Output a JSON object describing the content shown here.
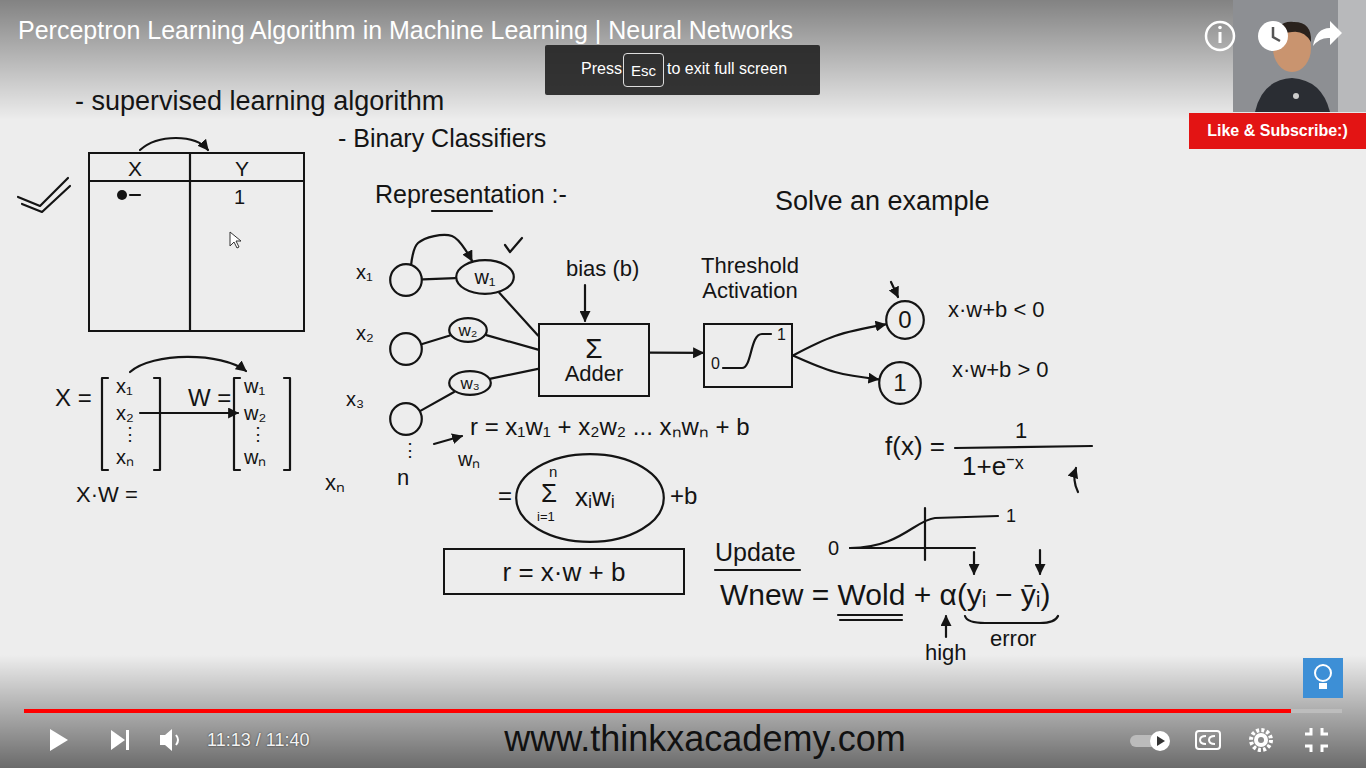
{
  "diagram": {
    "title": "Perceptron Learning Algorithm in Machine Learning | Neural Networks",
    "nodes": [
      {
        "text": [
          "Press",
          "to exit full screen"
        ]
      },
      {
        "text": [
          "Esc"
        ],
        "in": 0
      },
      {
        "text": [
          "Like & Subscribe:)"
        ]
      },
      {
        "text": [
          "X",
          "Y",
          "1"
        ]
      },
      {
        "text": [
          "x₁"
        ]
      },
      {
        "text": [
          "w₁"
        ]
      },
      {
        "text": [
          "x₂"
        ]
      },
      {
        "text": [
          "w₂"
        ]
      },
      {
        "text": [
          "x₃"
        ]
      },
      {
        "text": [
          "w₃"
        ]
      },
      {
        "text": [
          "Σ",
          "Adder"
        ]
      },
      {
        "text": [
          "Threshold Activation",
          "0",
          "1"
        ]
      },
      {
        "text": [
          "0"
        ]
      },
      {
        "text": [
          "1"
        ]
      },
      {
        "text": [
          "n",
          "Σ",
          "i=1",
          "xᵢwᵢ"
        ]
      },
      {
        "text": [
          "r = x·w + b"
        ]
      }
    ],
    "edges": [
      {
        "from": 4,
        "to": 5,
        "arrow": "none"
      },
      {
        "from": 4,
        "to": 5,
        "arrow": "to"
      },
      {
        "from": 5,
        "to": 10,
        "arrow": "none"
      },
      {
        "from": 6,
        "to": 7,
        "arrow": "none"
      },
      {
        "from": 7,
        "to": 10,
        "arrow": "none"
      },
      {
        "from": 8,
        "to": 9,
        "arrow": "none"
      },
      {
        "from": 9,
        "to": 10,
        "arrow": "none"
      },
      {
        "from": 10,
        "to": 11,
        "arrow": "to"
      },
      {
        "from": 11,
        "to": 12,
        "arrow": "to"
      },
      {
        "from": 11,
        "to": 13,
        "arrow": "to"
      }
    ],
    "labels": [
      "11:13 / 11:40",
      "www.thinkxacademy.com",
      "- supervised learning algorithm",
      "- Binary Classifiers",
      "Representation :-",
      "Solve an example",
      "X =",
      "x₁",
      "x₂",
      "⋮",
      "xₙ",
      "W =",
      "w₁",
      "w₂",
      "⋮",
      "wₙ",
      "X·W =",
      "⋮",
      "xₙ",
      "n",
      "wₙ",
      "bias (b)",
      "x·w+b < 0",
      "x·w+b > 0",
      "r = x₁w₁ + x₂w₂ ... xₙwₙ + b",
      "=",
      "+b",
      "f(x) =",
      "1",
      "1+e⁻ˣ",
      "0",
      "1",
      "Update",
      "Wnew = Wold + α(yᵢ − ȳᵢ)",
      "error",
      "high"
    ]
  }
}
